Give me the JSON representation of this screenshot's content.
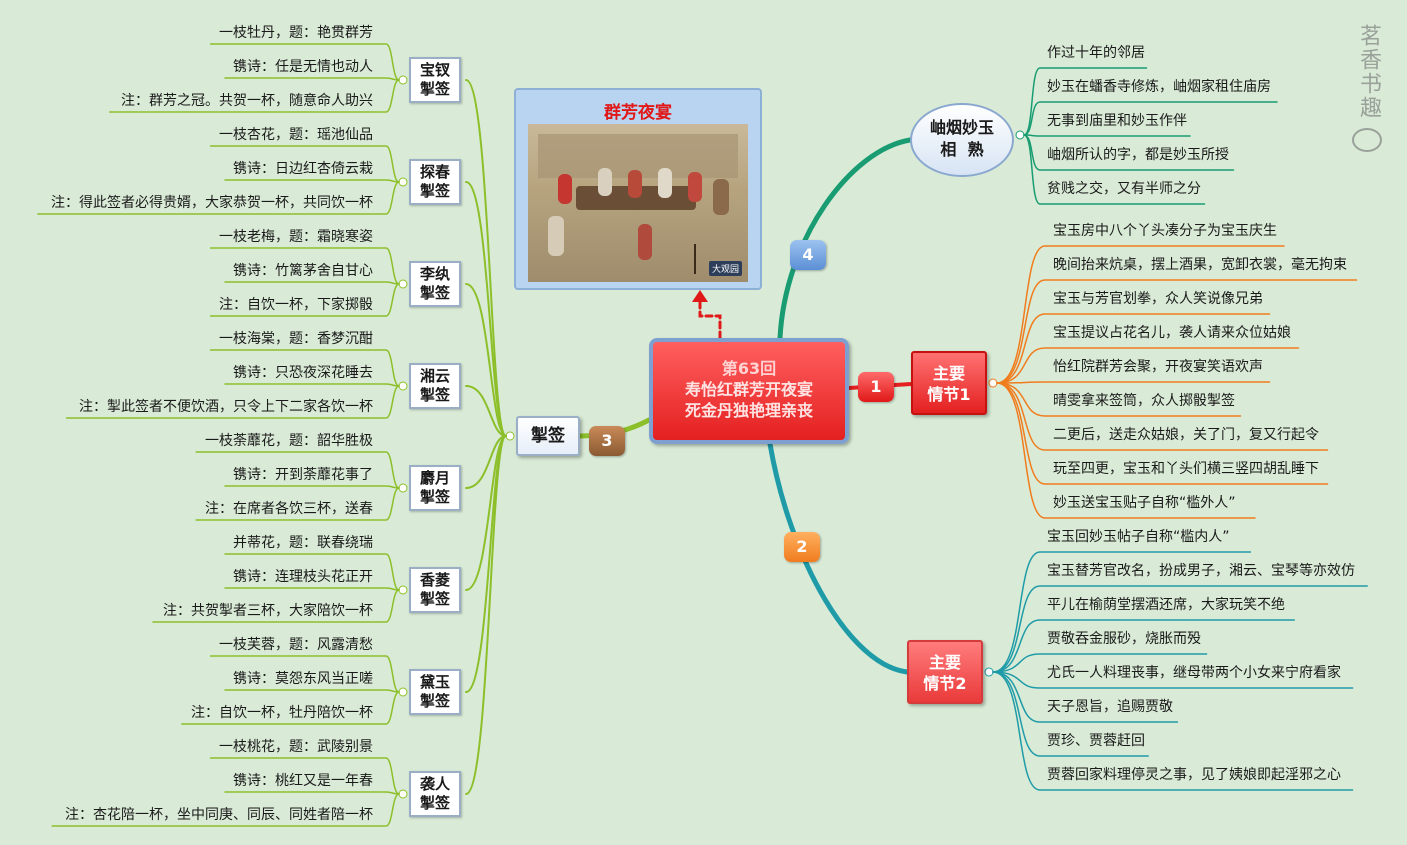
{
  "central": {
    "line1": "第63回",
    "line2": "寿怡红群芳开夜宴",
    "line3": "死金丹独艳理亲丧"
  },
  "picture": {
    "title": "群芳夜宴",
    "stamp": "大观园"
  },
  "watermark": "茗香书趣",
  "badges": {
    "b1": "1",
    "b2": "2",
    "b3": "3",
    "b4": "4"
  },
  "branch4": {
    "title_line1": "岫烟妙玉",
    "title_line2": "相  熟",
    "items": [
      "作过十年的邻居",
      "妙玉在蟠香寺修炼，岫烟家租住庙房",
      "无事到庙里和妙玉作伴",
      "岫烟所认的字，都是妙玉所授",
      "贫贱之交，又有半师之分"
    ]
  },
  "branch1": {
    "title_line1": "主要",
    "title_line2": "情节1",
    "items": [
      "宝玉房中八个丫头凑分子为宝玉庆生",
      "晚间抬来炕桌，摆上酒果，宽卸衣裳，毫无拘束",
      "宝玉与芳官划拳，众人笑说像兄弟",
      "宝玉提议占花名儿，袭人请来众位姑娘",
      "怡红院群芳会聚，开夜宴笑语欢声",
      "晴雯拿来签筒，众人掷骰掣签",
      "二更后，送走众姑娘，关了门，复又行起令",
      "玩至四更，宝玉和丫头们横三竖四胡乱睡下",
      "妙玉送宝玉贴子自称“槛外人”"
    ]
  },
  "branch2": {
    "title_line1": "主要",
    "title_line2": "情节2",
    "items": [
      "宝玉回妙玉帖子自称“槛内人”",
      "宝玉替芳官改名，扮成男子，湘云、宝琴等亦效仿",
      "平儿在榆荫堂摆酒还席，大家玩笑不绝",
      "贾敬吞金服砂，烧胀而殁",
      "尤氏一人料理丧事，继母带两个小女来宁府看家",
      "天子恩旨，追赐贾敬",
      "贾珍、贾蓉赶回",
      "贾蓉回家料理停灵之事，见了姨娘即起淫邪之心"
    ]
  },
  "branch3": {
    "title": "掣签",
    "groups": [
      {
        "name1": "宝钗",
        "name2": "掣签",
        "flower": "一枝牡丹，题：艳贯群芳",
        "poem": "镌诗：任是无情也动人",
        "note": "注：群芳之冠。共贺一杯，随意命人助兴"
      },
      {
        "name1": "探春",
        "name2": "掣签",
        "flower": "一枝杏花，题：瑶池仙品",
        "poem": "镌诗：日边红杏倚云栽",
        "note": "注：得此签者必得贵婿，大家恭贺一杯，共同饮一杯"
      },
      {
        "name1": "李纨",
        "name2": "掣签",
        "flower": "一枝老梅，题：霜晓寒姿",
        "poem": "镌诗：竹篱茅舍自甘心",
        "note": "注：自饮一杯，下家掷骰"
      },
      {
        "name1": "湘云",
        "name2": "掣签",
        "flower": "一枝海棠，题：香梦沉酣",
        "poem": "镌诗：只恐夜深花睡去",
        "note": "注：掣此签者不便饮酒，只令上下二家各饮一杯"
      },
      {
        "name1": "麝月",
        "name2": "掣签",
        "flower": "一枝荼蘼花，题：韶华胜极",
        "poem": "镌诗：开到荼蘼花事了",
        "note": "注：在席者各饮三杯，送春"
      },
      {
        "name1": "香菱",
        "name2": "掣签",
        "flower": "并蒂花，题：联春绕瑞",
        "poem": "镌诗：连理枝头花正开",
        "note": "注：共贺掣者三杯，大家陪饮一杯"
      },
      {
        "name1": "黛玉",
        "name2": "掣签",
        "flower": "一枝芙蓉，题：风露清愁",
        "poem": "镌诗：莫怨东风当正嗟",
        "note": "注：自饮一杯，牡丹陪饮一杯"
      },
      {
        "name1": "袭人",
        "name2": "掣签",
        "flower": "一枝桃花，题：武陵别景",
        "poem": "镌诗：桃红又是一年春",
        "note": "注：杏花陪一杯，坐中同庚、同辰、同姓者陪一杯"
      }
    ]
  },
  "colors": {
    "branch1": "#f07c1e",
    "branch2": "#1f9ba8",
    "branch3": "#8cbf2a",
    "branch4": "#1a9c72",
    "central_red": "#e42020",
    "box_border": "#9aaec6"
  }
}
